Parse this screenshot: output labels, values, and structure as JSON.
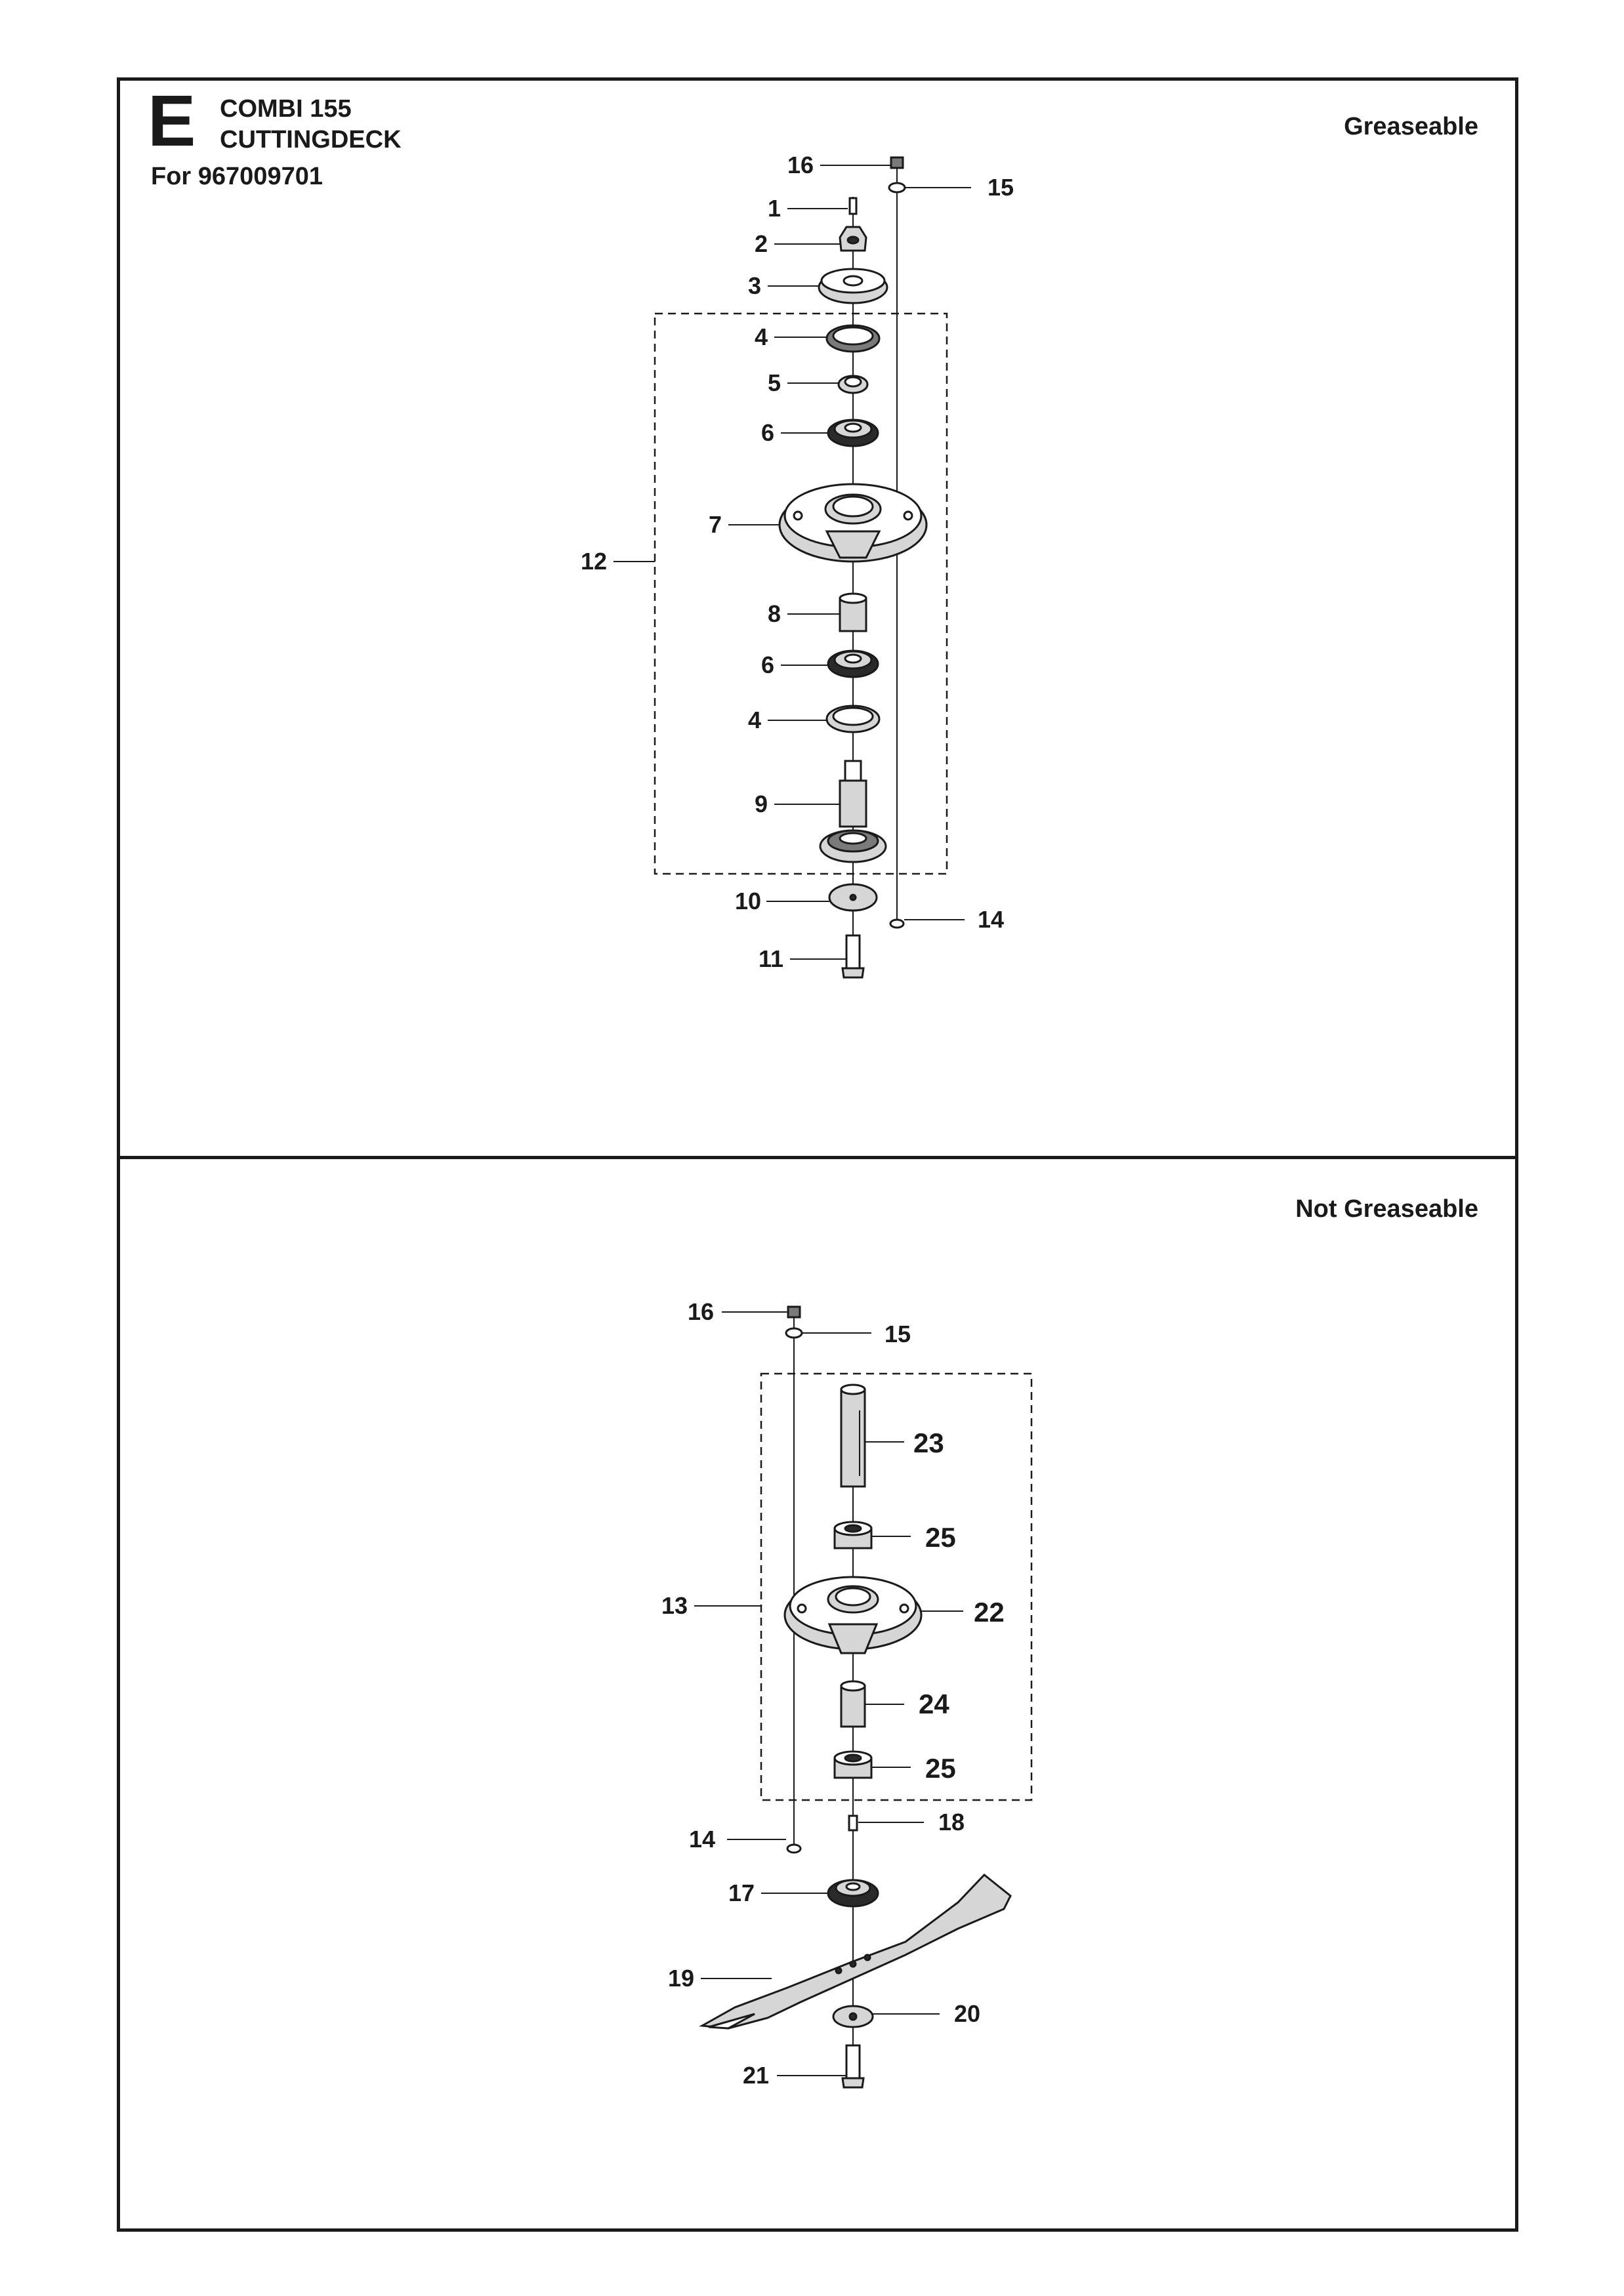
{
  "header": {
    "section_letter": "E",
    "model": "COMBI 155",
    "assembly": "CUTTINGDECK",
    "for_line": "For 967009701"
  },
  "top_panel": {
    "variant": "Greaseable",
    "callouts": [
      "16",
      "15",
      "1",
      "2",
      "3",
      "4",
      "5",
      "6",
      "7",
      "12",
      "8",
      "6",
      "4",
      "9",
      "10",
      "14",
      "11"
    ]
  },
  "bottom_panel": {
    "variant": "Not Greaseable",
    "callouts": [
      "16",
      "15",
      "23",
      "25",
      "13",
      "22",
      "24",
      "25",
      "14",
      "18",
      "17",
      "19",
      "20",
      "21"
    ]
  }
}
